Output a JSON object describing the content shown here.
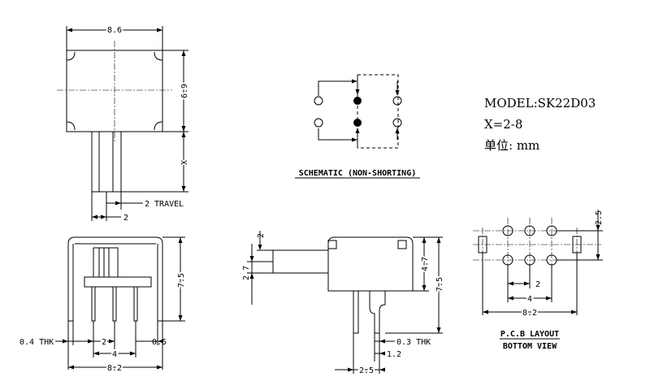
{
  "model": {
    "line1": "MODEL:SK22D03",
    "line2": "X=2-8",
    "line3": "单位: mm"
  },
  "schematic": {
    "caption": "SCHEMATIC (NON-SHORTING)"
  },
  "pcb": {
    "caption1": "P.C.B LAYOUT",
    "caption2": "BOTTOM VIEW"
  },
  "dims": {
    "top_width": "8.6",
    "top_height": "6.9",
    "top_x": "X",
    "travel": "2 TRAVEL",
    "top_2": "2",
    "front_height": "7.5",
    "front_thk": "0.4 THK",
    "front_2": "2",
    "front_4": "4",
    "front_05": "0.5",
    "front_82": "8.2",
    "side_2": "2",
    "side_27": "2.7",
    "side_47": "4.7",
    "side_75": "7.5",
    "side_thk": "0.3 THK",
    "side_12": "1.2",
    "side_25": "2.5",
    "pcb_25": "2.5",
    "pcb_2": "2",
    "pcb_4": "4",
    "pcb_82": "8.2"
  }
}
